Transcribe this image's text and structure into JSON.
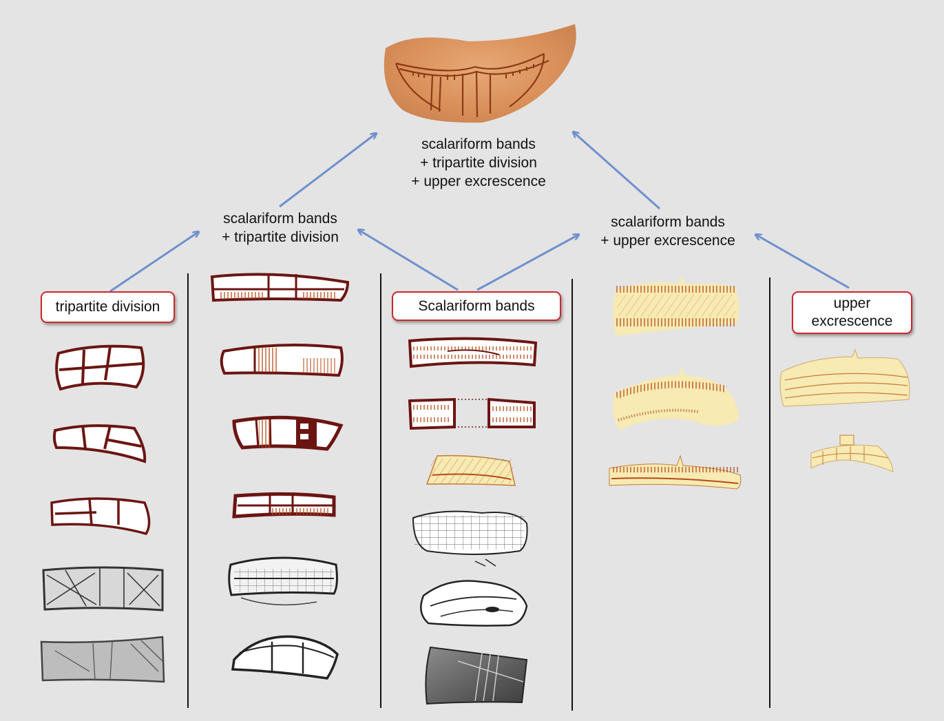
{
  "top_node": {
    "lines": [
      "scalariform bands",
      "+ tripartite division",
      "+ upper excrescence"
    ]
  },
  "left_intermediate": {
    "lines": [
      "scalariform bands",
      "+ tripartite division"
    ]
  },
  "right_intermediate": {
    "lines": [
      "scalariform bands",
      "+ upper excrescence"
    ]
  },
  "categories": [
    {
      "lines": [
        "tripartite division"
      ]
    },
    {
      "lines": [
        "Scalariform bands"
      ]
    },
    {
      "lines": [
        "upper",
        "excrescence"
      ]
    }
  ],
  "colors": {
    "background": "#e4e4e4",
    "arrow": "#6f8fcd",
    "box_border": "#c9282d",
    "dark_red_outline": "#6b1512",
    "ochre": "#c9753b",
    "pale_yellow": "#f7eab2"
  }
}
